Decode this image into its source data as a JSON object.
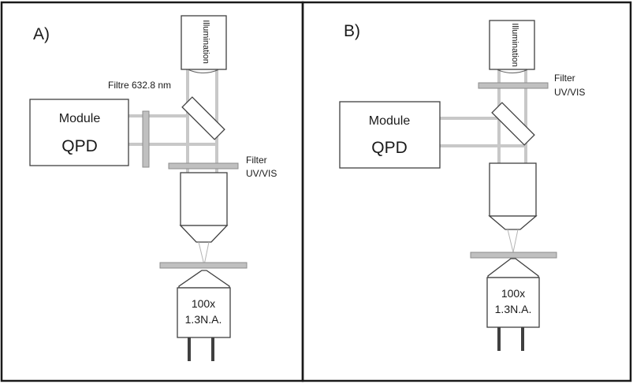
{
  "panels": [
    {
      "id": "A",
      "label": "A)",
      "module_label": "Module",
      "qpd_label": "QPD",
      "illumination_label": "Illumination",
      "laser_filter_label": "Filtre 632.8 nm",
      "filter_label_line1": "Filter",
      "filter_label_line2": "UV/VIS",
      "objective_line1": "100x",
      "objective_line2": "1.3N.A."
    },
    {
      "id": "B",
      "label": "B)",
      "module_label": "Module",
      "qpd_label": "QPD",
      "illumination_label": "Illumination",
      "filter_label_line1": "Filter",
      "filter_label_line2": "UV/VIS",
      "objective_line1": "100x",
      "objective_line2": "1.3N.A."
    }
  ],
  "colors": {
    "beam": "#c8c8c8",
    "outline": "#404040",
    "filter_plate": "#c0c0c0",
    "frame": "#1a1a1a"
  }
}
